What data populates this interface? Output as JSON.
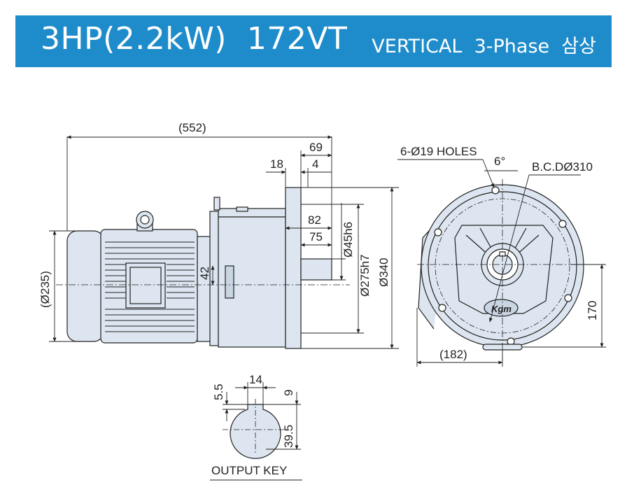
{
  "header": {
    "title": "3HP(2.2kW)  172VT",
    "subtitle": "VERTICAL  3-Phase  삼상"
  },
  "dimensions": {
    "overall_length": "(552)",
    "d69": "69",
    "d18": "18",
    "d4": "4",
    "d82": "82",
    "d75": "75",
    "d42": "42",
    "shaft_dia": "Ø45h6",
    "pilot_dia": "Ø275h7",
    "flange_dia": "Ø340",
    "motor_dia": "(Ø235)",
    "holes": "6-Ø19 HOLES",
    "angle": "6°",
    "bcd": "B.C.DØ310",
    "width_182": "(182)",
    "height_170": "170"
  },
  "key": {
    "d14": "14",
    "d5_5": "5.5",
    "d9": "9",
    "d39_5": "39.5",
    "label": "OUTPUT KEY"
  },
  "logo_text": "Kgm",
  "colors": {
    "banner": "#1e8ccb",
    "body_fill": "#dde6f0",
    "line": "#222222"
  }
}
